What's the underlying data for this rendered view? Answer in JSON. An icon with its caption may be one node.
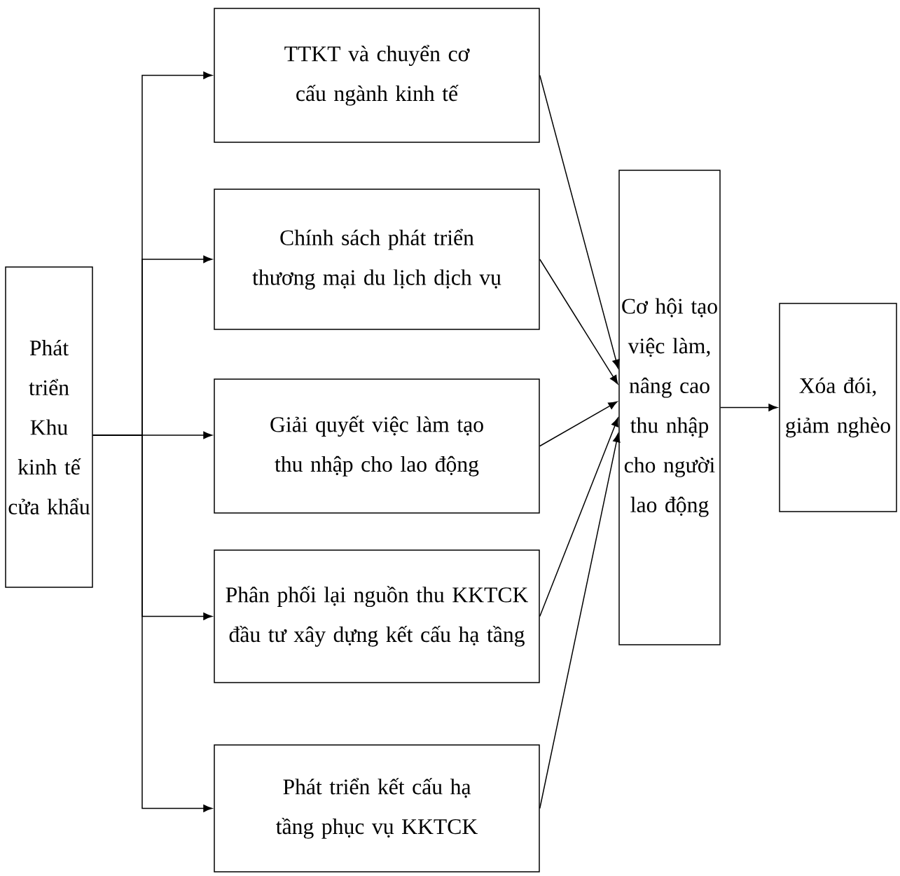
{
  "diagram": {
    "nodes": [
      {
        "text": [
          "Phát triển Khu kinh tế cửa khẩu"
        ]
      },
      {
        "text": [
          "TTKT và chuyển cơ cấu ngành kinh tế"
        ]
      },
      {
        "text": [
          "Chính sách phát triển thương mại du lịch dịch vụ"
        ]
      },
      {
        "text": [
          "Giải quyết việc làm tạo thu nhập cho lao động"
        ]
      },
      {
        "text": [
          "Phân phối lại nguồn thu KKTCK đầu tư xây dựng kết cấu hạ tầng"
        ]
      },
      {
        "text": [
          "Phát triển kết cấu hạ tầng phục vụ KKTCK"
        ]
      },
      {
        "text": [
          "Cơ hội tạo việc làm, nâng cao thu nhập cho người lao động"
        ]
      },
      {
        "text": [
          "Xóa đói, giảm nghèo"
        ]
      }
    ],
    "edges": [
      {
        "from": 0,
        "to": 1,
        "arrow": "to"
      },
      {
        "from": 0,
        "to": 2,
        "arrow": "to"
      },
      {
        "from": 0,
        "to": 3,
        "arrow": "to"
      },
      {
        "from": 0,
        "to": 4,
        "arrow": "to"
      },
      {
        "from": 0,
        "to": 5,
        "arrow": "to"
      },
      {
        "from": 1,
        "to": 6,
        "arrow": "to"
      },
      {
        "from": 2,
        "to": 6,
        "arrow": "to"
      },
      {
        "from": 3,
        "to": 6,
        "arrow": "to"
      },
      {
        "from": 4,
        "to": 6,
        "arrow": "to"
      },
      {
        "from": 5,
        "to": 6,
        "arrow": "to"
      },
      {
        "from": 6,
        "to": 7,
        "arrow": "to"
      }
    ]
  }
}
